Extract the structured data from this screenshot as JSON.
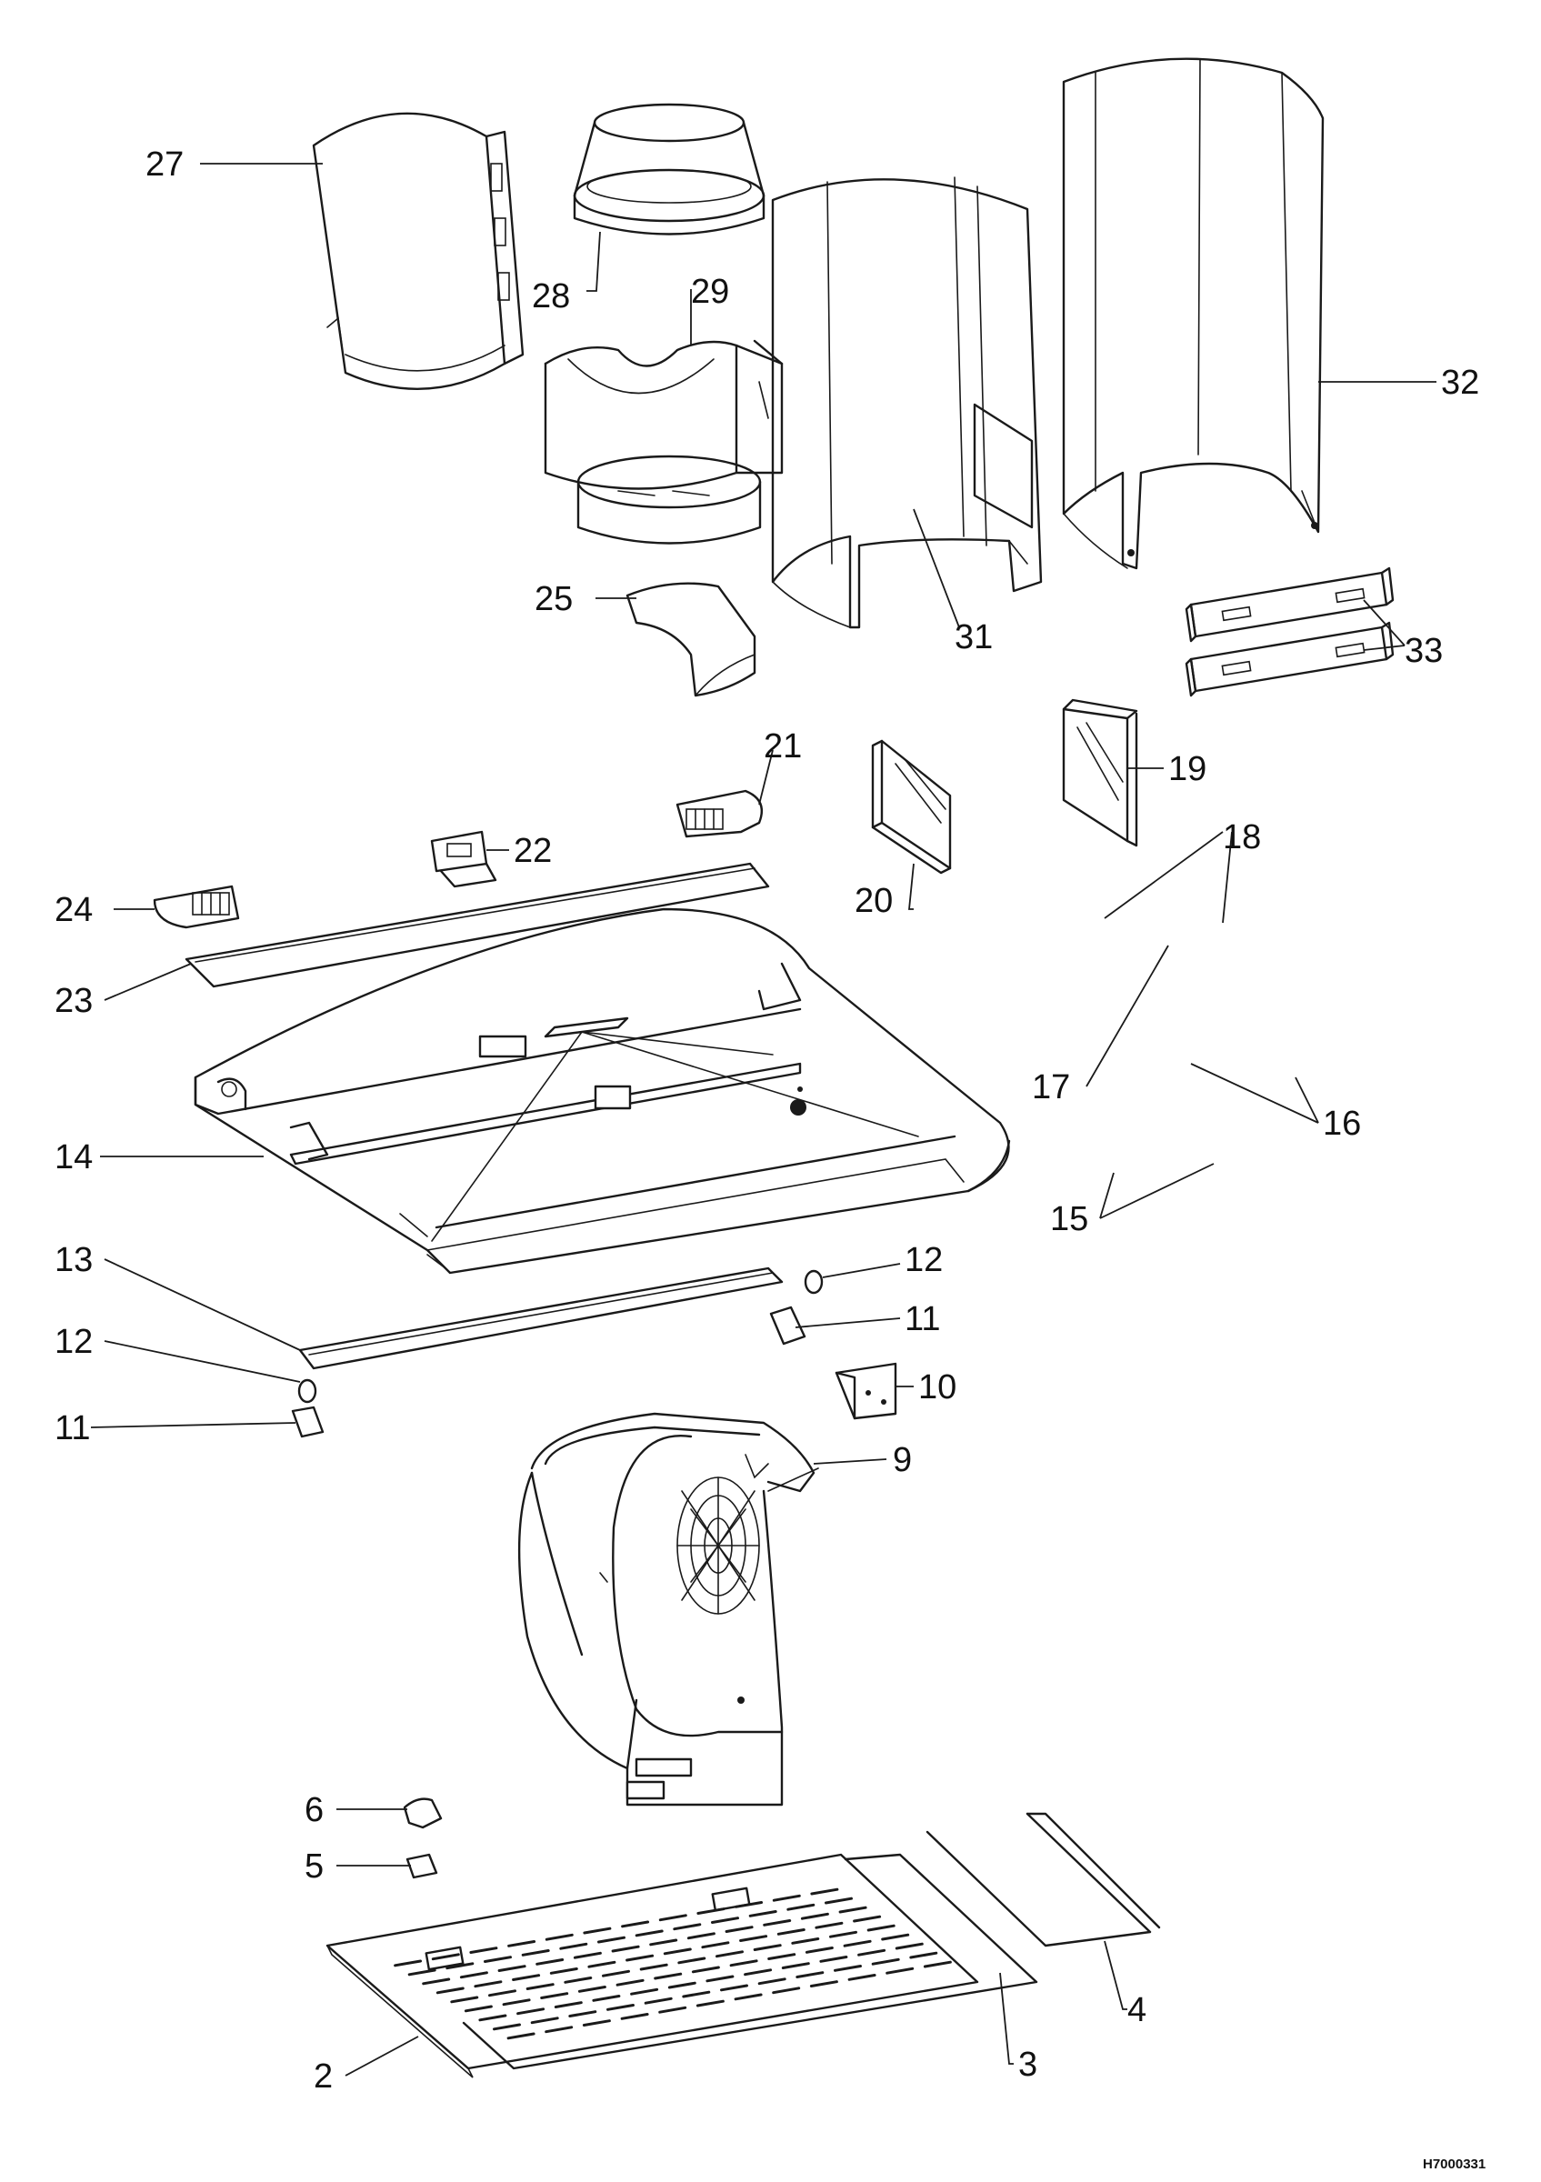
{
  "drawing_code": "H7000331",
  "parts": [
    {
      "id": "p27",
      "label": "27"
    },
    {
      "id": "p28",
      "label": "28"
    },
    {
      "id": "p29",
      "label": "29"
    },
    {
      "id": "p32",
      "label": "32"
    },
    {
      "id": "p25",
      "label": "25"
    },
    {
      "id": "p31",
      "label": "31"
    },
    {
      "id": "p33",
      "label": "33"
    },
    {
      "id": "p21",
      "label": "21"
    },
    {
      "id": "p19",
      "label": "19"
    },
    {
      "id": "p22",
      "label": "22"
    },
    {
      "id": "p20",
      "label": "20"
    },
    {
      "id": "p18",
      "label": "18"
    },
    {
      "id": "p24",
      "label": "24"
    },
    {
      "id": "p23",
      "label": "23"
    },
    {
      "id": "p17",
      "label": "17"
    },
    {
      "id": "p16",
      "label": "16"
    },
    {
      "id": "p14",
      "label": "14"
    },
    {
      "id": "p15",
      "label": "15"
    },
    {
      "id": "p13",
      "label": "13"
    },
    {
      "id": "p12a",
      "label": "12"
    },
    {
      "id": "p11a",
      "label": "11"
    },
    {
      "id": "p12b",
      "label": "12"
    },
    {
      "id": "p10",
      "label": "10"
    },
    {
      "id": "p11b",
      "label": "11"
    },
    {
      "id": "p9",
      "label": "9"
    },
    {
      "id": "p6",
      "label": "6"
    },
    {
      "id": "p5",
      "label": "5"
    },
    {
      "id": "p4",
      "label": "4"
    },
    {
      "id": "p2",
      "label": "2"
    },
    {
      "id": "p3",
      "label": "3"
    }
  ]
}
